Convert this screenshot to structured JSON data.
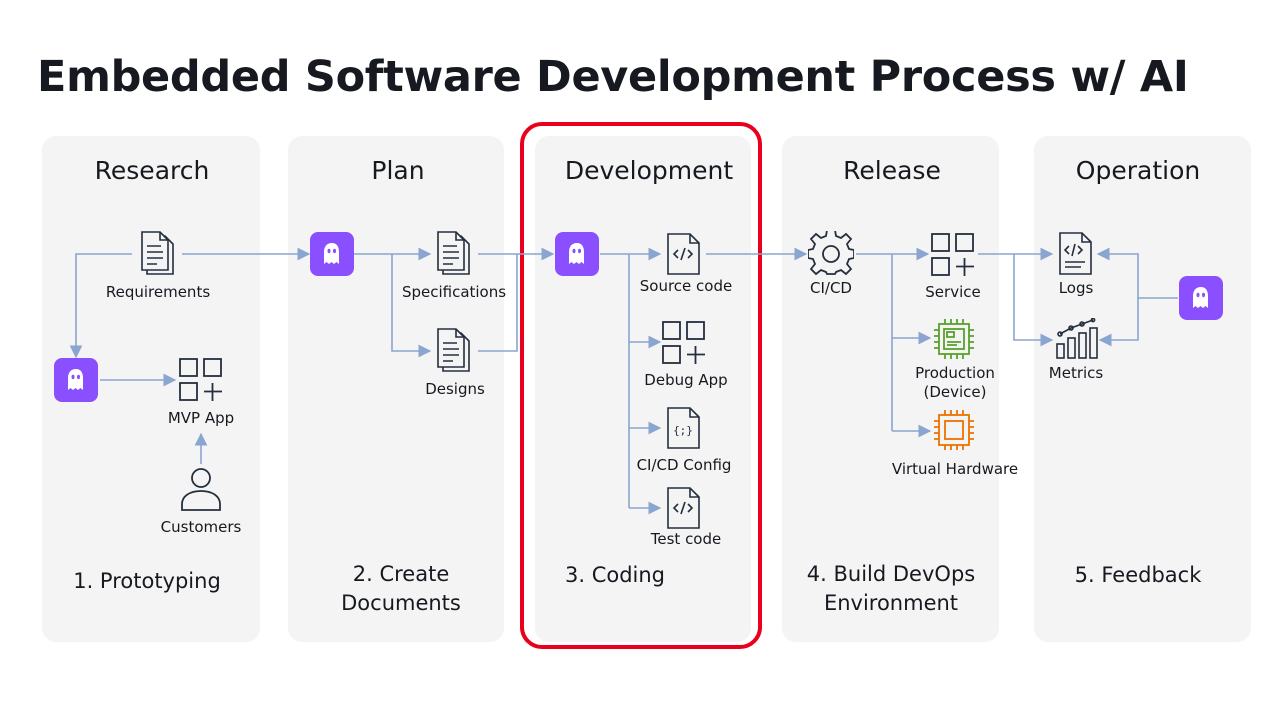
{
  "title": "Embedded Software Development Process w/ AI",
  "stages": [
    {
      "heading": "Research",
      "footer": "1. Prototyping"
    },
    {
      "heading": "Plan",
      "footer": "2. Create Documents",
      "footer_lines": [
        "2. Create",
        "Documents"
      ]
    },
    {
      "heading": "Development",
      "footer": "3. Coding"
    },
    {
      "heading": "Release",
      "footer": "4. Build DevOps Environment",
      "footer_lines": [
        "4. Build DevOps",
        "Environment"
      ]
    },
    {
      "heading": "Operation",
      "footer": "5. Feedback"
    }
  ],
  "research": {
    "requirements": "Requirements",
    "mvp_app": "MVP App",
    "customers": "Customers"
  },
  "plan": {
    "specifications": "Specifications",
    "designs": "Designs"
  },
  "development": {
    "source_code": "Source code",
    "debug_app": "Debug App",
    "cicd_config": "CI/CD Config",
    "test_code": "Test code"
  },
  "release": {
    "cicd": "CI/CD",
    "service": "Service",
    "production": "Production (Device)",
    "production_lines": [
      "Production",
      "(Device)"
    ],
    "virtual_hardware": "Virtual Hardware"
  },
  "operation": {
    "logs": "Logs",
    "metrics": "Metrics"
  },
  "colors": {
    "ai_badge": "#8a4fff",
    "highlight": "#e8001c",
    "connector": "#8aa5cf",
    "chip_green": "#5aa02c",
    "chip_orange": "#ed7100",
    "panel": "#f4f4f4"
  }
}
